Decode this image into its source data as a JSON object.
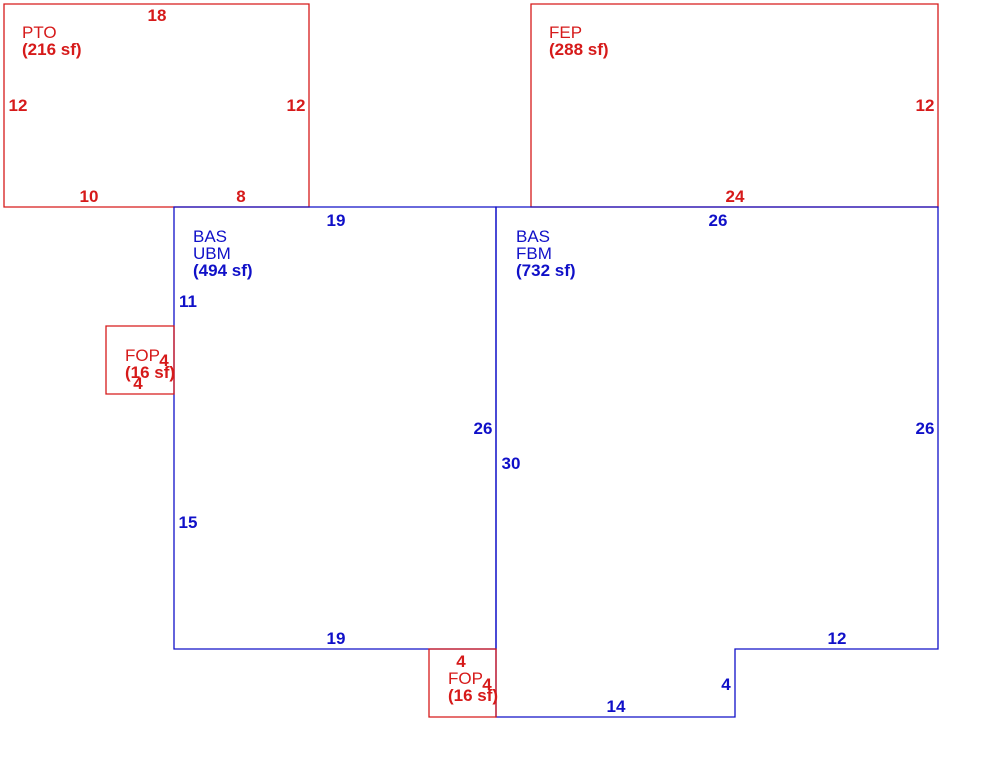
{
  "colors": {
    "red": "#d61a1a",
    "blue": "#1010c8",
    "background": "#ffffff"
  },
  "areas": [
    {
      "id": "pto",
      "color": "red",
      "code": "PTO",
      "sub": "",
      "area": "(216 sf)",
      "dims": {
        "top": "18",
        "left": "12",
        "right": "12",
        "bottom_a": "10",
        "bottom_b": "8"
      }
    },
    {
      "id": "fep",
      "color": "red",
      "code": "FEP",
      "sub": "",
      "area": "(288 sf)",
      "dims": {
        "right": "12",
        "bottom": "24"
      }
    },
    {
      "id": "bas-ubm",
      "color": "blue",
      "code": "BAS",
      "sub": "UBM",
      "area": "(494 sf)",
      "dims": {
        "top": "19",
        "left_top": "11",
        "left_bottom": "15",
        "right": "26",
        "bottom": "19"
      }
    },
    {
      "id": "bas-fbm",
      "color": "blue",
      "code": "BAS",
      "sub": "FBM",
      "area": "(732 sf)",
      "dims": {
        "top": "26",
        "left": "30",
        "right": "26",
        "bottom_right": "12",
        "step": "4",
        "bottom": "14"
      }
    },
    {
      "id": "fop-left",
      "color": "red",
      "code": "FOP",
      "sub": "",
      "area": "(16 sf)",
      "dims": {
        "right": "4",
        "bottom": "4"
      }
    },
    {
      "id": "fop-bottom",
      "color": "red",
      "code": "FOP",
      "sub": "",
      "area": "(16 sf)",
      "dims": {
        "top": "4",
        "right": "4"
      }
    }
  ]
}
